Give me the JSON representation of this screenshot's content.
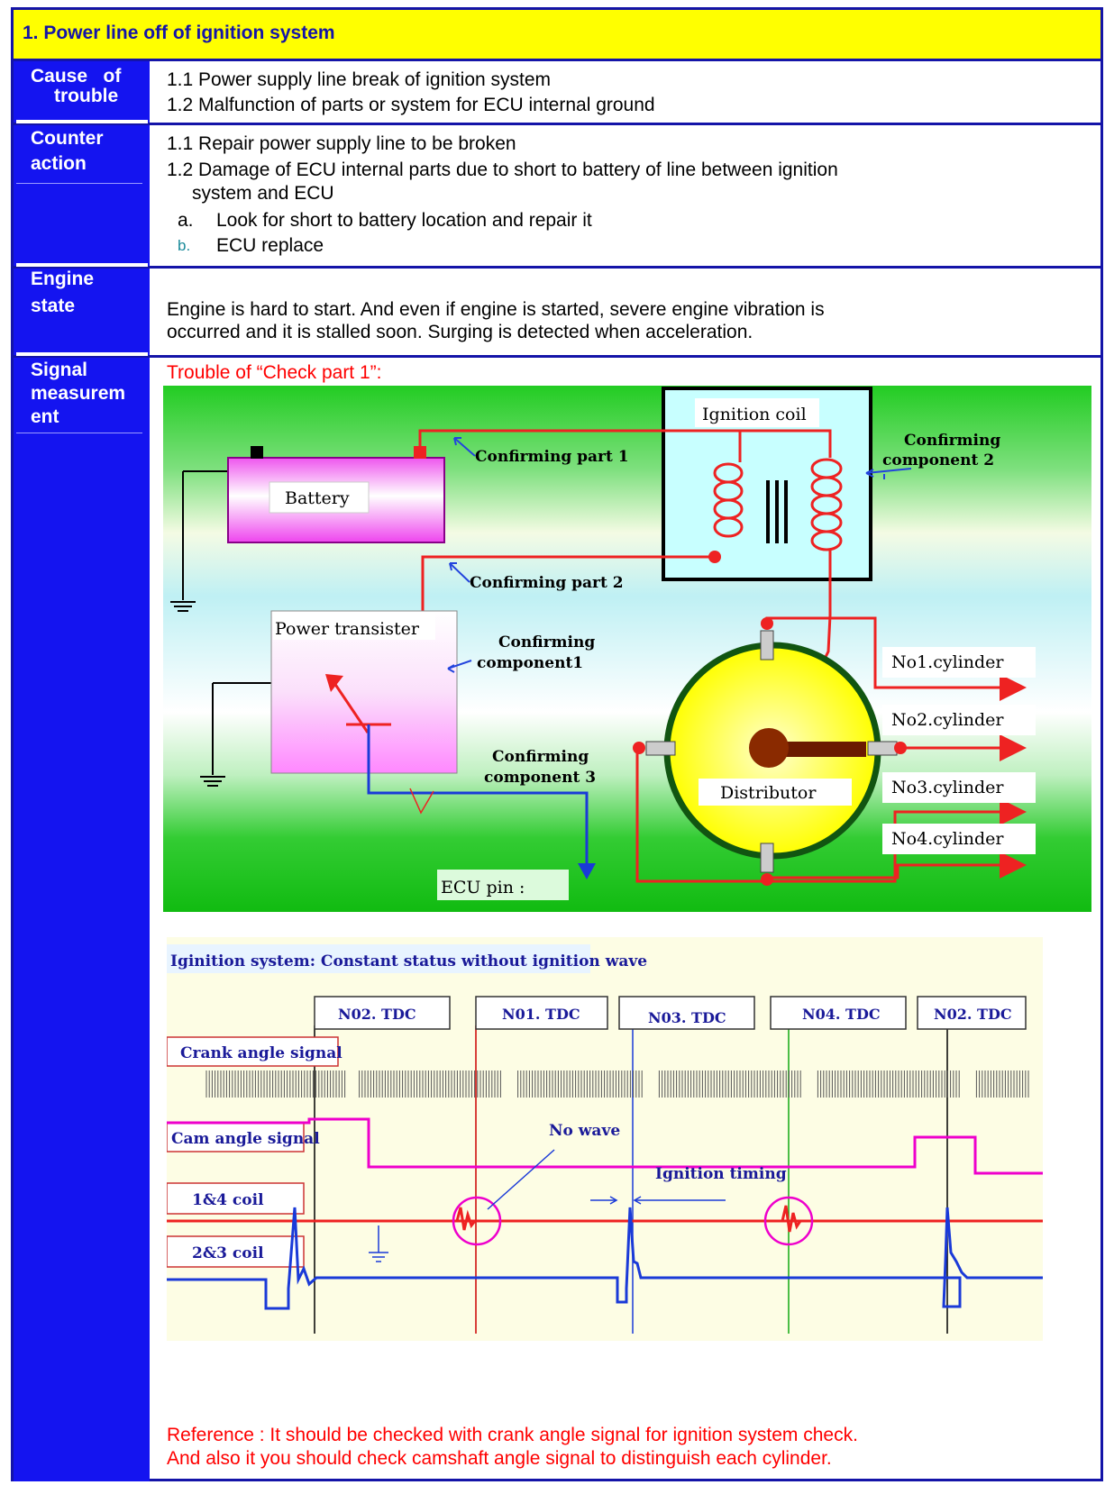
{
  "title": "1. Power line off of ignition system",
  "labels": {
    "cause_1": "Cause   of",
    "cause_2": "trouble",
    "counter_1": "Counter",
    "counter_2": "action",
    "engine_1": "Engine",
    "engine_2": "state",
    "signal_1": "Signal",
    "signal_2": "measurem",
    "signal_3": "ent"
  },
  "cause": {
    "line1": "1.1 Power supply line break of ignition system",
    "line2": "1.2 Malfunction of parts or system for ECU internal ground"
  },
  "counter": {
    "line1": "1.1 Repair power supply line to be broken",
    "line2a": "1.2 Damage of ECU internal parts due to short to battery of line between ignition",
    "line2b": "system and ECU",
    "a_marker": "a.",
    "a_text": "Look for short to battery location and repair it",
    "b_marker": "b.",
    "b_text": "ECU replace"
  },
  "engine_state": {
    "line1": "Engine is hard to start. And even if engine is started, severe engine vibration is",
    "line2": "occurred and it is stalled soon. Surging is detected when acceleration."
  },
  "signal": {
    "trouble_label": "Trouble of “Check part 1”:",
    "reference_1": "Reference : It should be checked with crank angle signal for ignition system check.",
    "reference_2": "And also it you should check camshaft angle signal to distinguish each cylinder."
  },
  "diagram": {
    "ignition_coil": "Ignition coil",
    "battery": "Battery",
    "power_transistor": "Power transister",
    "confirming_part_1": "Confirming part 1",
    "confirming_part_2": "Confirming part 2",
    "confirming_component_1a": "Confirming",
    "confirming_component_1b": "component1",
    "confirming_component_2a": "Confirming",
    "confirming_component_2b": "component 2",
    "confirming_component_3a": "Confirming",
    "confirming_component_3b": "component 3",
    "distributor": "Distributor",
    "no1": "No1.cylinder",
    "no2": "No2.cylinder",
    "no3": "No3.cylinder",
    "no4": "No4.cylinder",
    "ecu_pin": "ECU pin :"
  },
  "waveform": {
    "title": "Iginition system: Constant status without ignition wave",
    "tdc_labels": [
      "N02. TDC",
      "N01. TDC",
      "N03. TDC",
      "N04. TDC",
      "N02. TDC"
    ],
    "crank_label": "Crank angle signal",
    "cam_label": "Cam angle signal",
    "coil14_label": "1&4 coil",
    "coil23_label": "2&3 coil",
    "no_wave": "No wave",
    "ignition_timing": "Ignition timing"
  },
  "colors": {
    "frame_blue": "#1414a8",
    "label_blue": "#1414f0",
    "title_yellow": "#ffff00",
    "wire_red": "#ee2222",
    "wire_blue": "#1a3ad8"
  }
}
